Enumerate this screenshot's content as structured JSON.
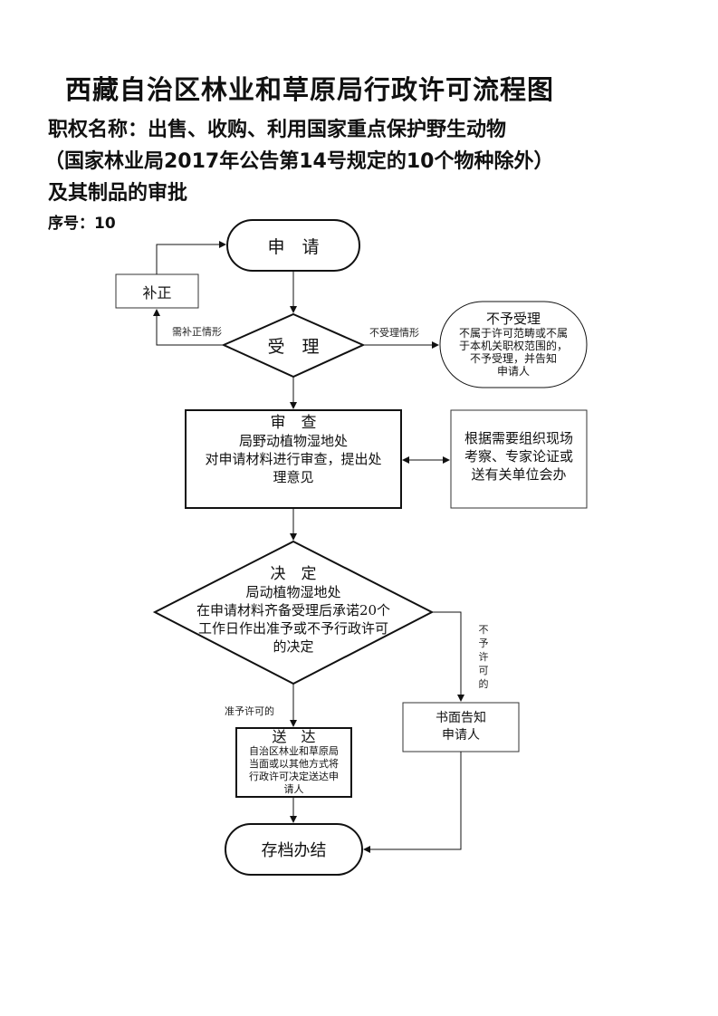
{
  "header": {
    "title": "西藏自治区林业和草原局行政许可流程图",
    "authority_line1": "职权名称：出售、收购、利用国家重点保护野生动物",
    "authority_line2": "（国家林业局2017年公告第14号规定的10个物种除外）",
    "authority_line3": "及其制品的审批",
    "serial": "序号：10"
  },
  "flow": {
    "apply": "申　请",
    "supplement": "补正",
    "supplement_edge": "需补正情形",
    "accept": "受　理",
    "reject_edge": "不受理情形",
    "reject_title": "不予受理",
    "reject_l1": "不属于许可范畴或不属",
    "reject_l2": "于本机关职权范围的，",
    "reject_l3": "不予受理，并告知",
    "reject_l4": "申请人",
    "review_title": "审　查",
    "review_l1": "局野动植物湿地处",
    "review_l2": "对申请材料进行审查，提出处",
    "review_l3": "理意见",
    "onsite_l1": "根据需要组织现场",
    "onsite_l2": "考察、专家论证或",
    "onsite_l3": "送有关单位会办",
    "decide_title": "决　定",
    "decide_l1": "局动植物湿地处",
    "decide_l2": "在申请材料齐备受理后承诺20个",
    "decide_l3": "工作日作出准予或不予行政许可",
    "decide_l4": "的决定",
    "deny_edge": "不予许可的",
    "notice_l1": "书面告知",
    "notice_l2": "申请人",
    "grant_edge": "准予许可的",
    "deliver_title": "送　达",
    "deliver_l1": "自治区林业和草原局",
    "deliver_l2": "当面或以其他方式将",
    "deliver_l3": "行政许可决定送达申",
    "deliver_l4": "请人",
    "archive": "存档办结"
  }
}
